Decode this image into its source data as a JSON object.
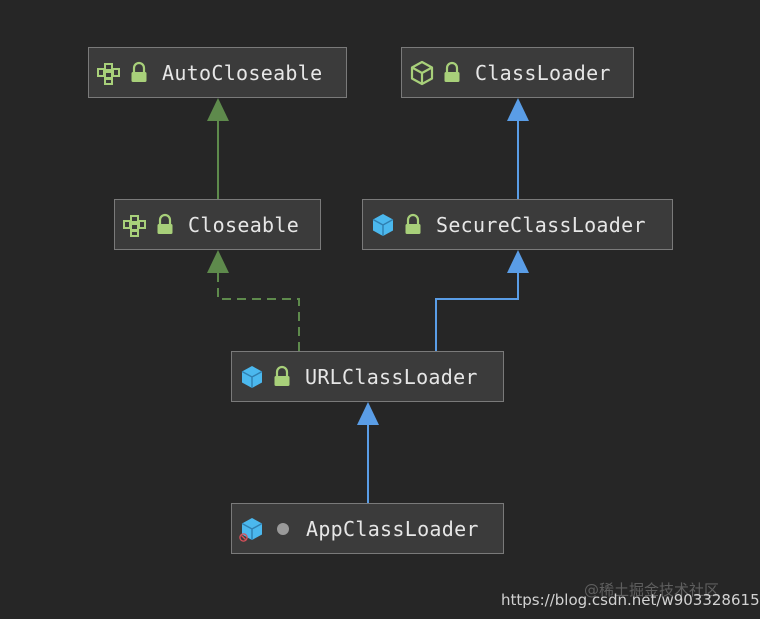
{
  "nodes": {
    "autocloseable": {
      "label": "AutoCloseable",
      "kind": "interface",
      "modifier": "public"
    },
    "classloader": {
      "label": "ClassLoader",
      "kind": "abstract-class",
      "modifier": "public"
    },
    "closeable": {
      "label": "Closeable",
      "kind": "interface",
      "modifier": "public"
    },
    "secureclassloader": {
      "label": "SecureClassLoader",
      "kind": "class",
      "modifier": "public"
    },
    "urlclassloader": {
      "label": "URLClassLoader",
      "kind": "class",
      "modifier": "public"
    },
    "appclassloader": {
      "label": "AppClassLoader",
      "kind": "class",
      "modifier": "package-private"
    }
  },
  "edges": [
    {
      "from": "closeable",
      "to": "autocloseable",
      "type": "extends"
    },
    {
      "from": "secureclassloader",
      "to": "classloader",
      "type": "extends"
    },
    {
      "from": "urlclassloader",
      "to": "closeable",
      "type": "implements"
    },
    {
      "from": "urlclassloader",
      "to": "secureclassloader",
      "type": "extends"
    },
    {
      "from": "appclassloader",
      "to": "urlclassloader",
      "type": "extends"
    }
  ],
  "colors": {
    "interface_edge": "#5e8a4c",
    "class_edge": "#5a9de6",
    "interface_icon": "#a8d07a",
    "class_icon": "#4bb8ee",
    "lock": "#a8d07a"
  },
  "watermark": {
    "brand": "@稀土掘金技术社区",
    "url": "https://blog.csdn.net/w903328615"
  }
}
